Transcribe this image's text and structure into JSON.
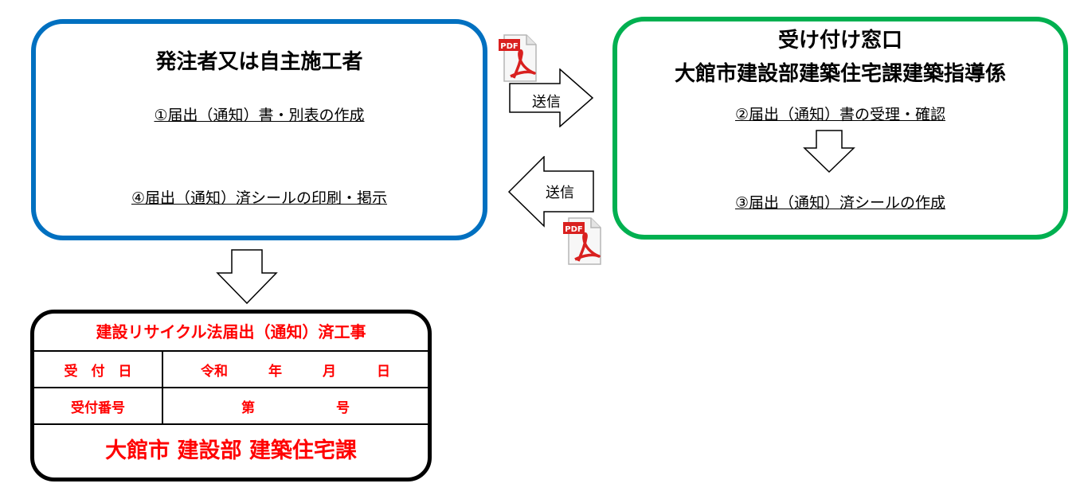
{
  "left_box": {
    "title": "発注者又は自主施工者",
    "step1": "①届出（通知）書・別表の作成",
    "step4": "④届出（通知）済シールの印刷・掲示"
  },
  "right_box": {
    "title_line1": "受け付け窓口",
    "title_line2": "大館市建設部建築住宅課建築指導係",
    "step2": "②届出（通知）書の受理・確認",
    "step3": "③届出（通知）済シールの作成"
  },
  "arrows": {
    "send_right_label": "送信",
    "send_left_label": "送信"
  },
  "pdf_icon_text": "PDF",
  "sticker": {
    "header": "建設リサイクル法届出（通知）済工事",
    "row1_label": "受　付　日",
    "row1_value": "令和　　　年　　　月　　　日",
    "row2_label": "受付番号",
    "row2_value": "第　　　　　　号",
    "footer": "大館市 建設部 建築住宅課"
  },
  "colors": {
    "left_border": "#0070c0",
    "right_border": "#00b050",
    "sticker_text": "#ff0000",
    "pdf_red": "#d9201f"
  }
}
